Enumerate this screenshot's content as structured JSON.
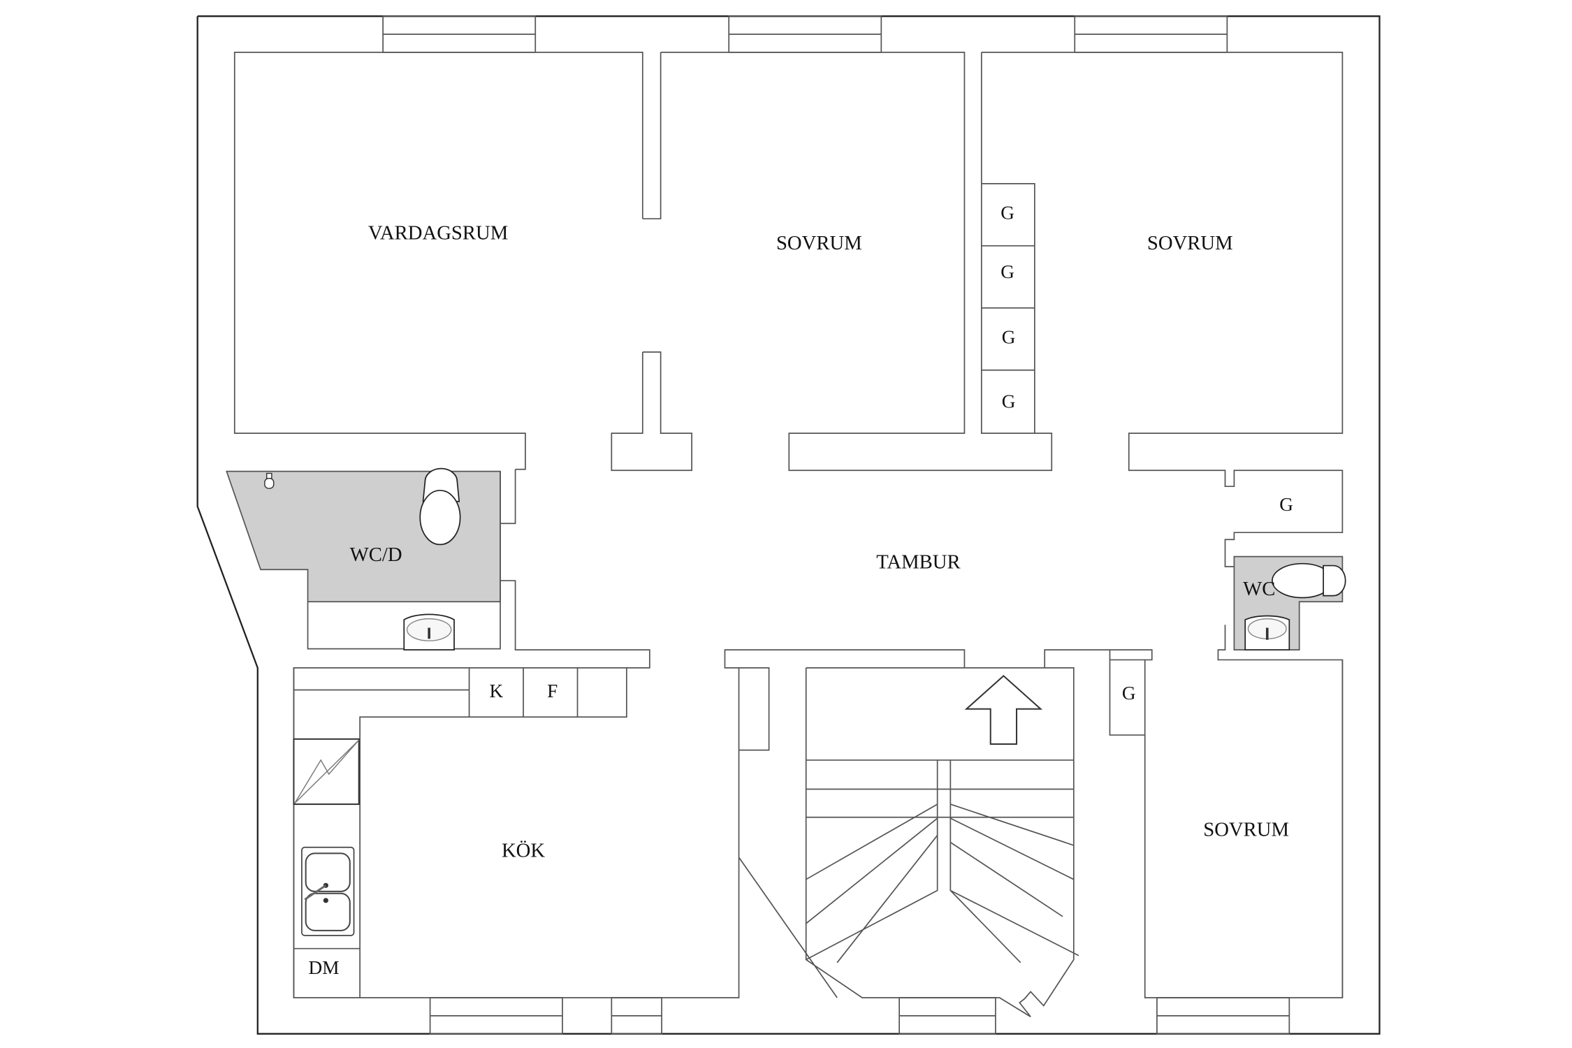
{
  "floorplan": {
    "rooms": {
      "living_room": "VARDAGSRUM",
      "bedroom_1": "SOVRUM",
      "bedroom_2": "SOVRUM",
      "bedroom_3": "SOVRUM",
      "bathroom": "WC/D",
      "toilet": "WC",
      "hall": "TAMBUR",
      "kitchen": "KÖK"
    },
    "storage_labels": [
      "G",
      "G",
      "G",
      "G",
      "G",
      "G"
    ],
    "kitchen_appliances": {
      "fridge": "K",
      "freezer": "F",
      "dishwasher": "DM"
    },
    "colors": {
      "wet_room_fill": "#cfcfcf",
      "wall_stroke": "#555555",
      "background": "#ffffff"
    }
  }
}
